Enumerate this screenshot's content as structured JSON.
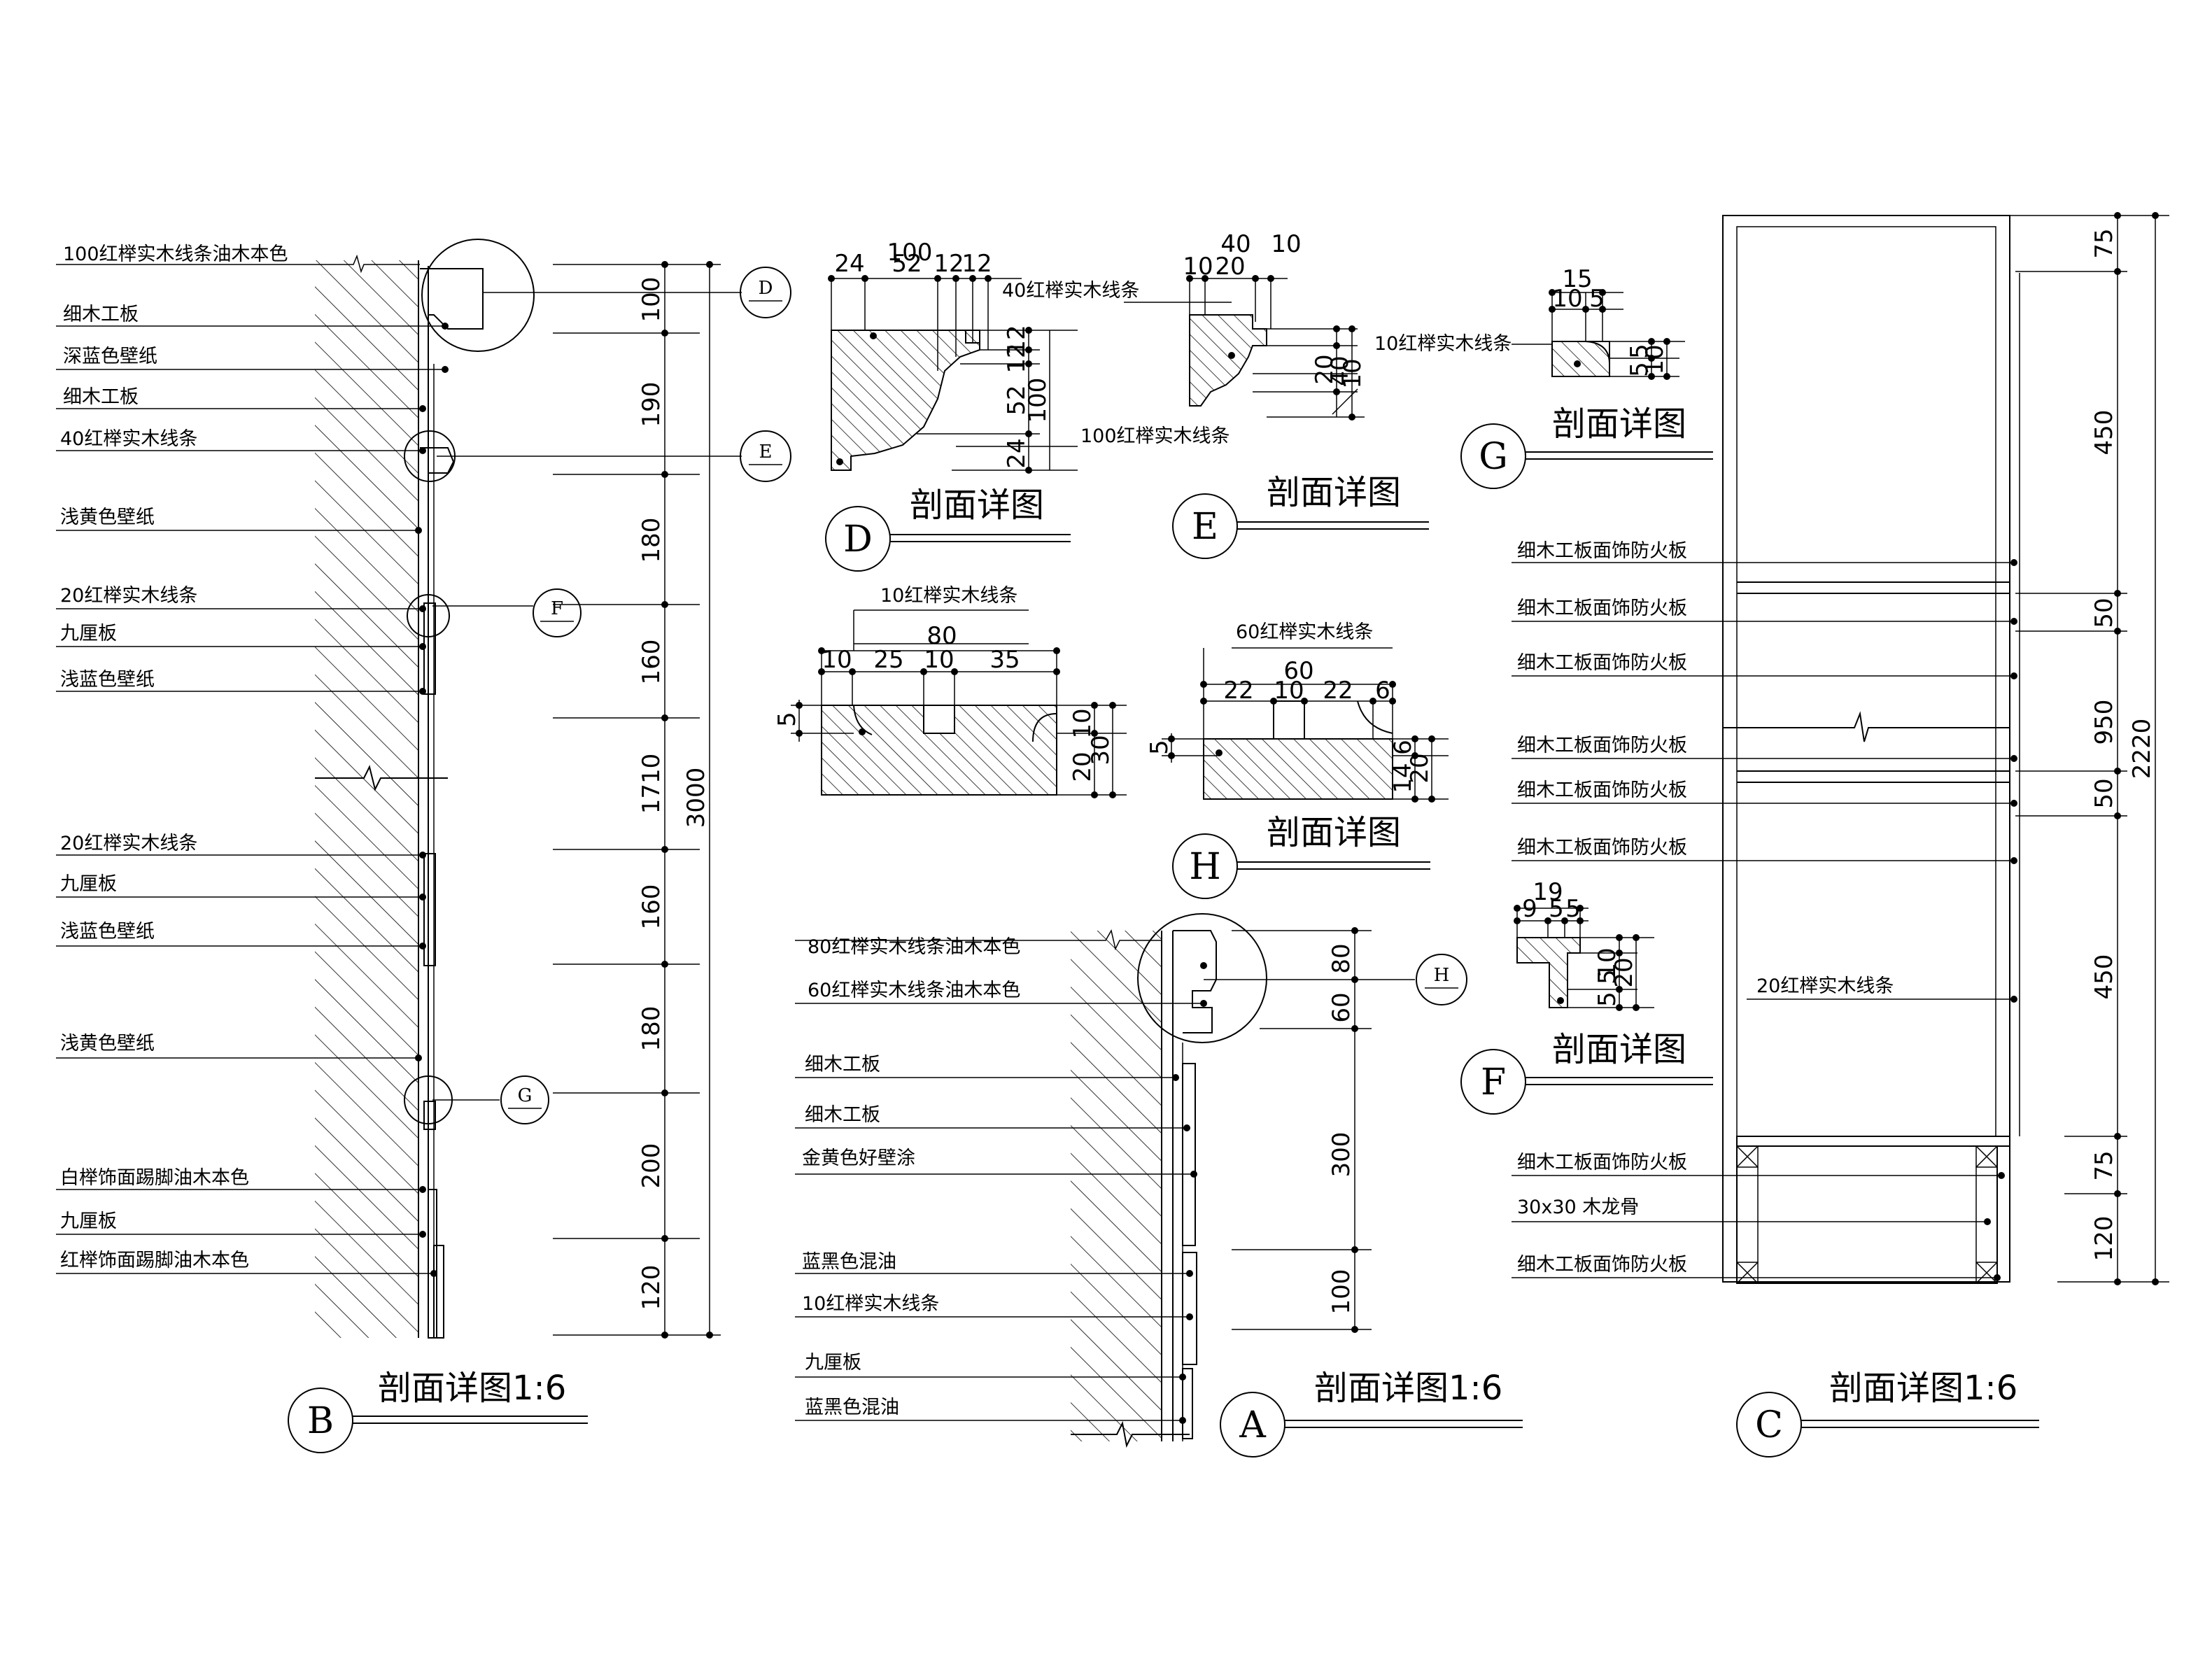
{
  "sections": {
    "B": {
      "marker": "B",
      "title": "剖面详图1:6",
      "labels": [
        "100红榉实木线条油木本色",
        "细木工板",
        "深蓝色壁纸",
        "细木工板",
        "40红榉实木线条",
        "浅黄色壁纸",
        "20红榉实木线条",
        "九厘板",
        "浅蓝色壁纸",
        "20红榉实木线条",
        "九厘板",
        "浅蓝色壁纸",
        "浅黄色壁纸",
        "白榉饰面踢脚油木本色",
        "九厘板",
        "红榉饰面踢脚油木本色"
      ],
      "dims": [
        "100",
        "190",
        "180",
        "160",
        "1710",
        "160",
        "180",
        "200",
        "120"
      ],
      "total": "3000",
      "refs": [
        "D",
        "E",
        "F",
        "G"
      ]
    },
    "A": {
      "marker": "A",
      "title": "剖面详图1:6",
      "labels": [
        "80红榉实木线条油木本色",
        "60红榉实木线条油木本色",
        "细木工板",
        "细木工板",
        "金黄色好壁涂",
        "蓝黑色混油",
        "10红榉实木线条",
        "九厘板",
        "蓝黑色混油"
      ],
      "dims": [
        "80",
        "60",
        "300",
        "100"
      ],
      "refs": [
        "H"
      ]
    },
    "C": {
      "marker": "C",
      "title": "剖面详图1:6",
      "labels": [
        "细木工板面饰防火板",
        "细木工板面饰防火板",
        "细木工板面饰防火板",
        "细木工板面饰防火板",
        "细木工板面饰防火板",
        "细木工板面饰防火板",
        "20红榉实木线条",
        "细木工板面饰防火板",
        "30x30 木龙骨",
        "细木工板面饰防火板"
      ],
      "dims": [
        "75",
        "450",
        "50",
        "950",
        "50",
        "450",
        "75",
        "120"
      ],
      "total": "2220"
    },
    "D": {
      "marker": "D",
      "title": "剖面详图",
      "top_dims": [
        "100",
        "24",
        "52",
        "12",
        "12"
      ],
      "right_dims": [
        "12",
        "12",
        "52",
        "100",
        "24"
      ],
      "label": "100红榉实木线条"
    },
    "E": {
      "marker": "E",
      "title": "剖面详图",
      "top_dims": [
        "40",
        "10",
        "10",
        "20"
      ],
      "right_dims": [
        "20",
        "40",
        "10"
      ],
      "label": "40红榉实木线条"
    },
    "G": {
      "marker": "G",
      "title": "剖面详图",
      "top_dims": [
        "15",
        "10",
        "5"
      ],
      "right_dims": [
        "5",
        "5",
        "10"
      ],
      "label": "10红榉实木线条"
    },
    "H": {
      "marker": "H",
      "title": "剖面详图",
      "left": {
        "label": "10红榉实木线条",
        "top_total": "80",
        "top_dims": [
          "10",
          "25",
          "10",
          "35"
        ],
        "left_dim": "5",
        "right_dims": [
          "10",
          "20",
          "30"
        ]
      },
      "right": {
        "label": "60红榉实木线条",
        "top_total": "60",
        "top_dims": [
          "22",
          "10",
          "22",
          "6"
        ],
        "left_dim": "5",
        "right_dims": [
          "6",
          "14",
          "20"
        ]
      }
    },
    "F": {
      "marker": "F",
      "title": "剖面详图",
      "top_total": "19",
      "top_dims": [
        "9",
        "5",
        "5"
      ],
      "right_dims": [
        "10",
        "5",
        "20",
        "5"
      ]
    }
  }
}
